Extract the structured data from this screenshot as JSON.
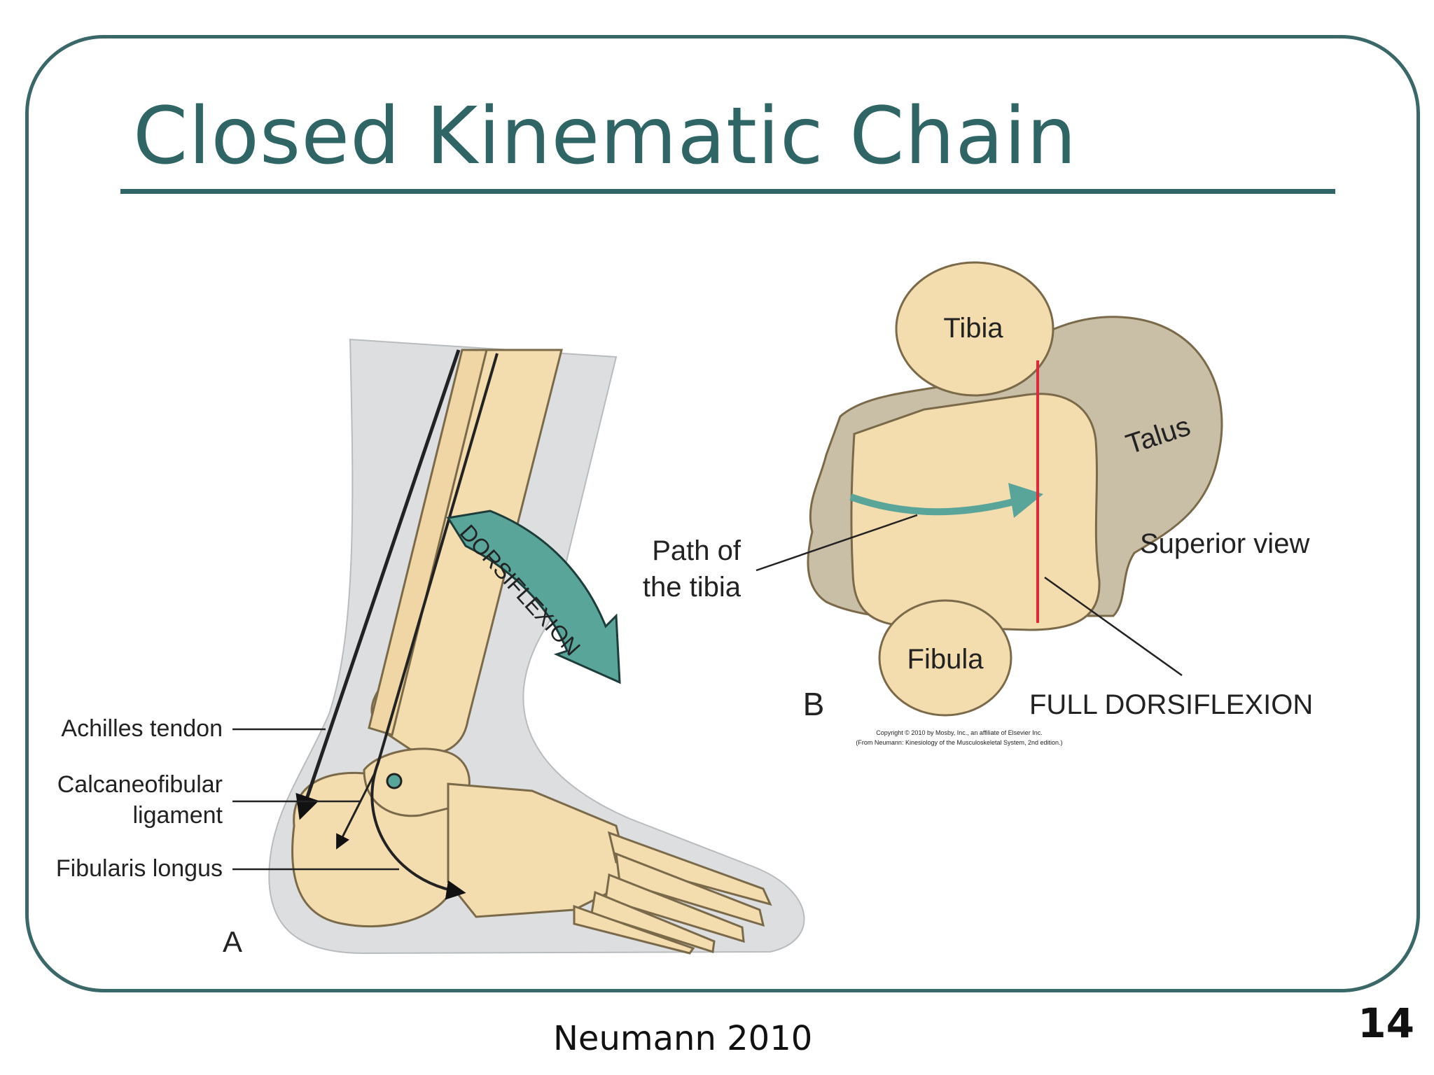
{
  "slide": {
    "title": "Closed Kinematic Chain",
    "footer_citation": "Neumann 2010",
    "slide_number": "14"
  },
  "figure_a": {
    "panel_label": "A",
    "arrow_label": "DORSIFLEXION",
    "labels": {
      "achilles": "Achilles tendon",
      "calcaneofibular_line1": "Calcaneofibular",
      "calcaneofibular_line2": "ligament",
      "fibularis": "Fibularis longus"
    }
  },
  "figure_b": {
    "panel_label": "B",
    "labels": {
      "tibia": "Tibia",
      "talus": "Talus",
      "fibula": "Fibula",
      "path_line1": "Path of",
      "path_line2": "the tibia",
      "superior_view": "Superior view",
      "full_dorsiflexion": "FULL DORSIFLEXION"
    },
    "copyright_line1": "Copyright © 2010 by Mosby, Inc., an affiliate of Elsevier Inc.",
    "copyright_line2": "(From Neumann: Kinesiology of the Musculoskeletal System, 2nd edition.)"
  },
  "colors": {
    "teal": "#2f6565",
    "bone": "#f3dcae",
    "bone_stroke": "#7a6a4a",
    "soft_tissue": "#dcdedf",
    "talus_grey": "#c9bfa6",
    "arrow_teal": "#5aa59a",
    "red_line": "#e0283c"
  },
  "icons": {
    "dorsiflexion_arrow": "curved-arrow-icon",
    "path_arrow": "arrow-right-icon"
  }
}
